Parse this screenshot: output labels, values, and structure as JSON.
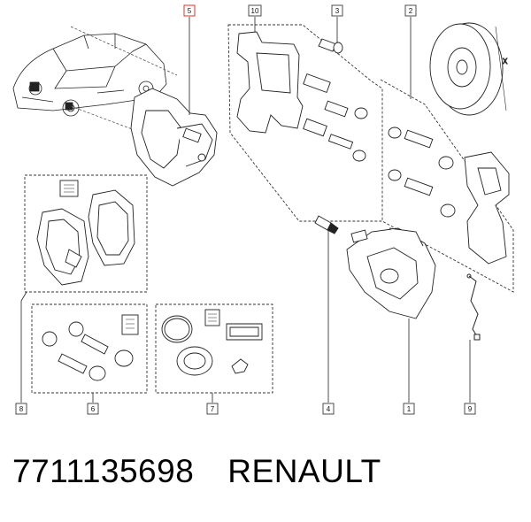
{
  "callouts": {
    "c1": "1",
    "c2": "2",
    "c3": "3",
    "c4": "4",
    "c5": "5",
    "c6": "6",
    "c7": "7",
    "c8": "8",
    "c9": "9",
    "c10": "10"
  },
  "disc_label": "X",
  "caption": {
    "part_number": "7711135698",
    "brand": "RENAULT"
  },
  "colors": {
    "highlight_callout": "#e0302a",
    "line": "#222222"
  }
}
